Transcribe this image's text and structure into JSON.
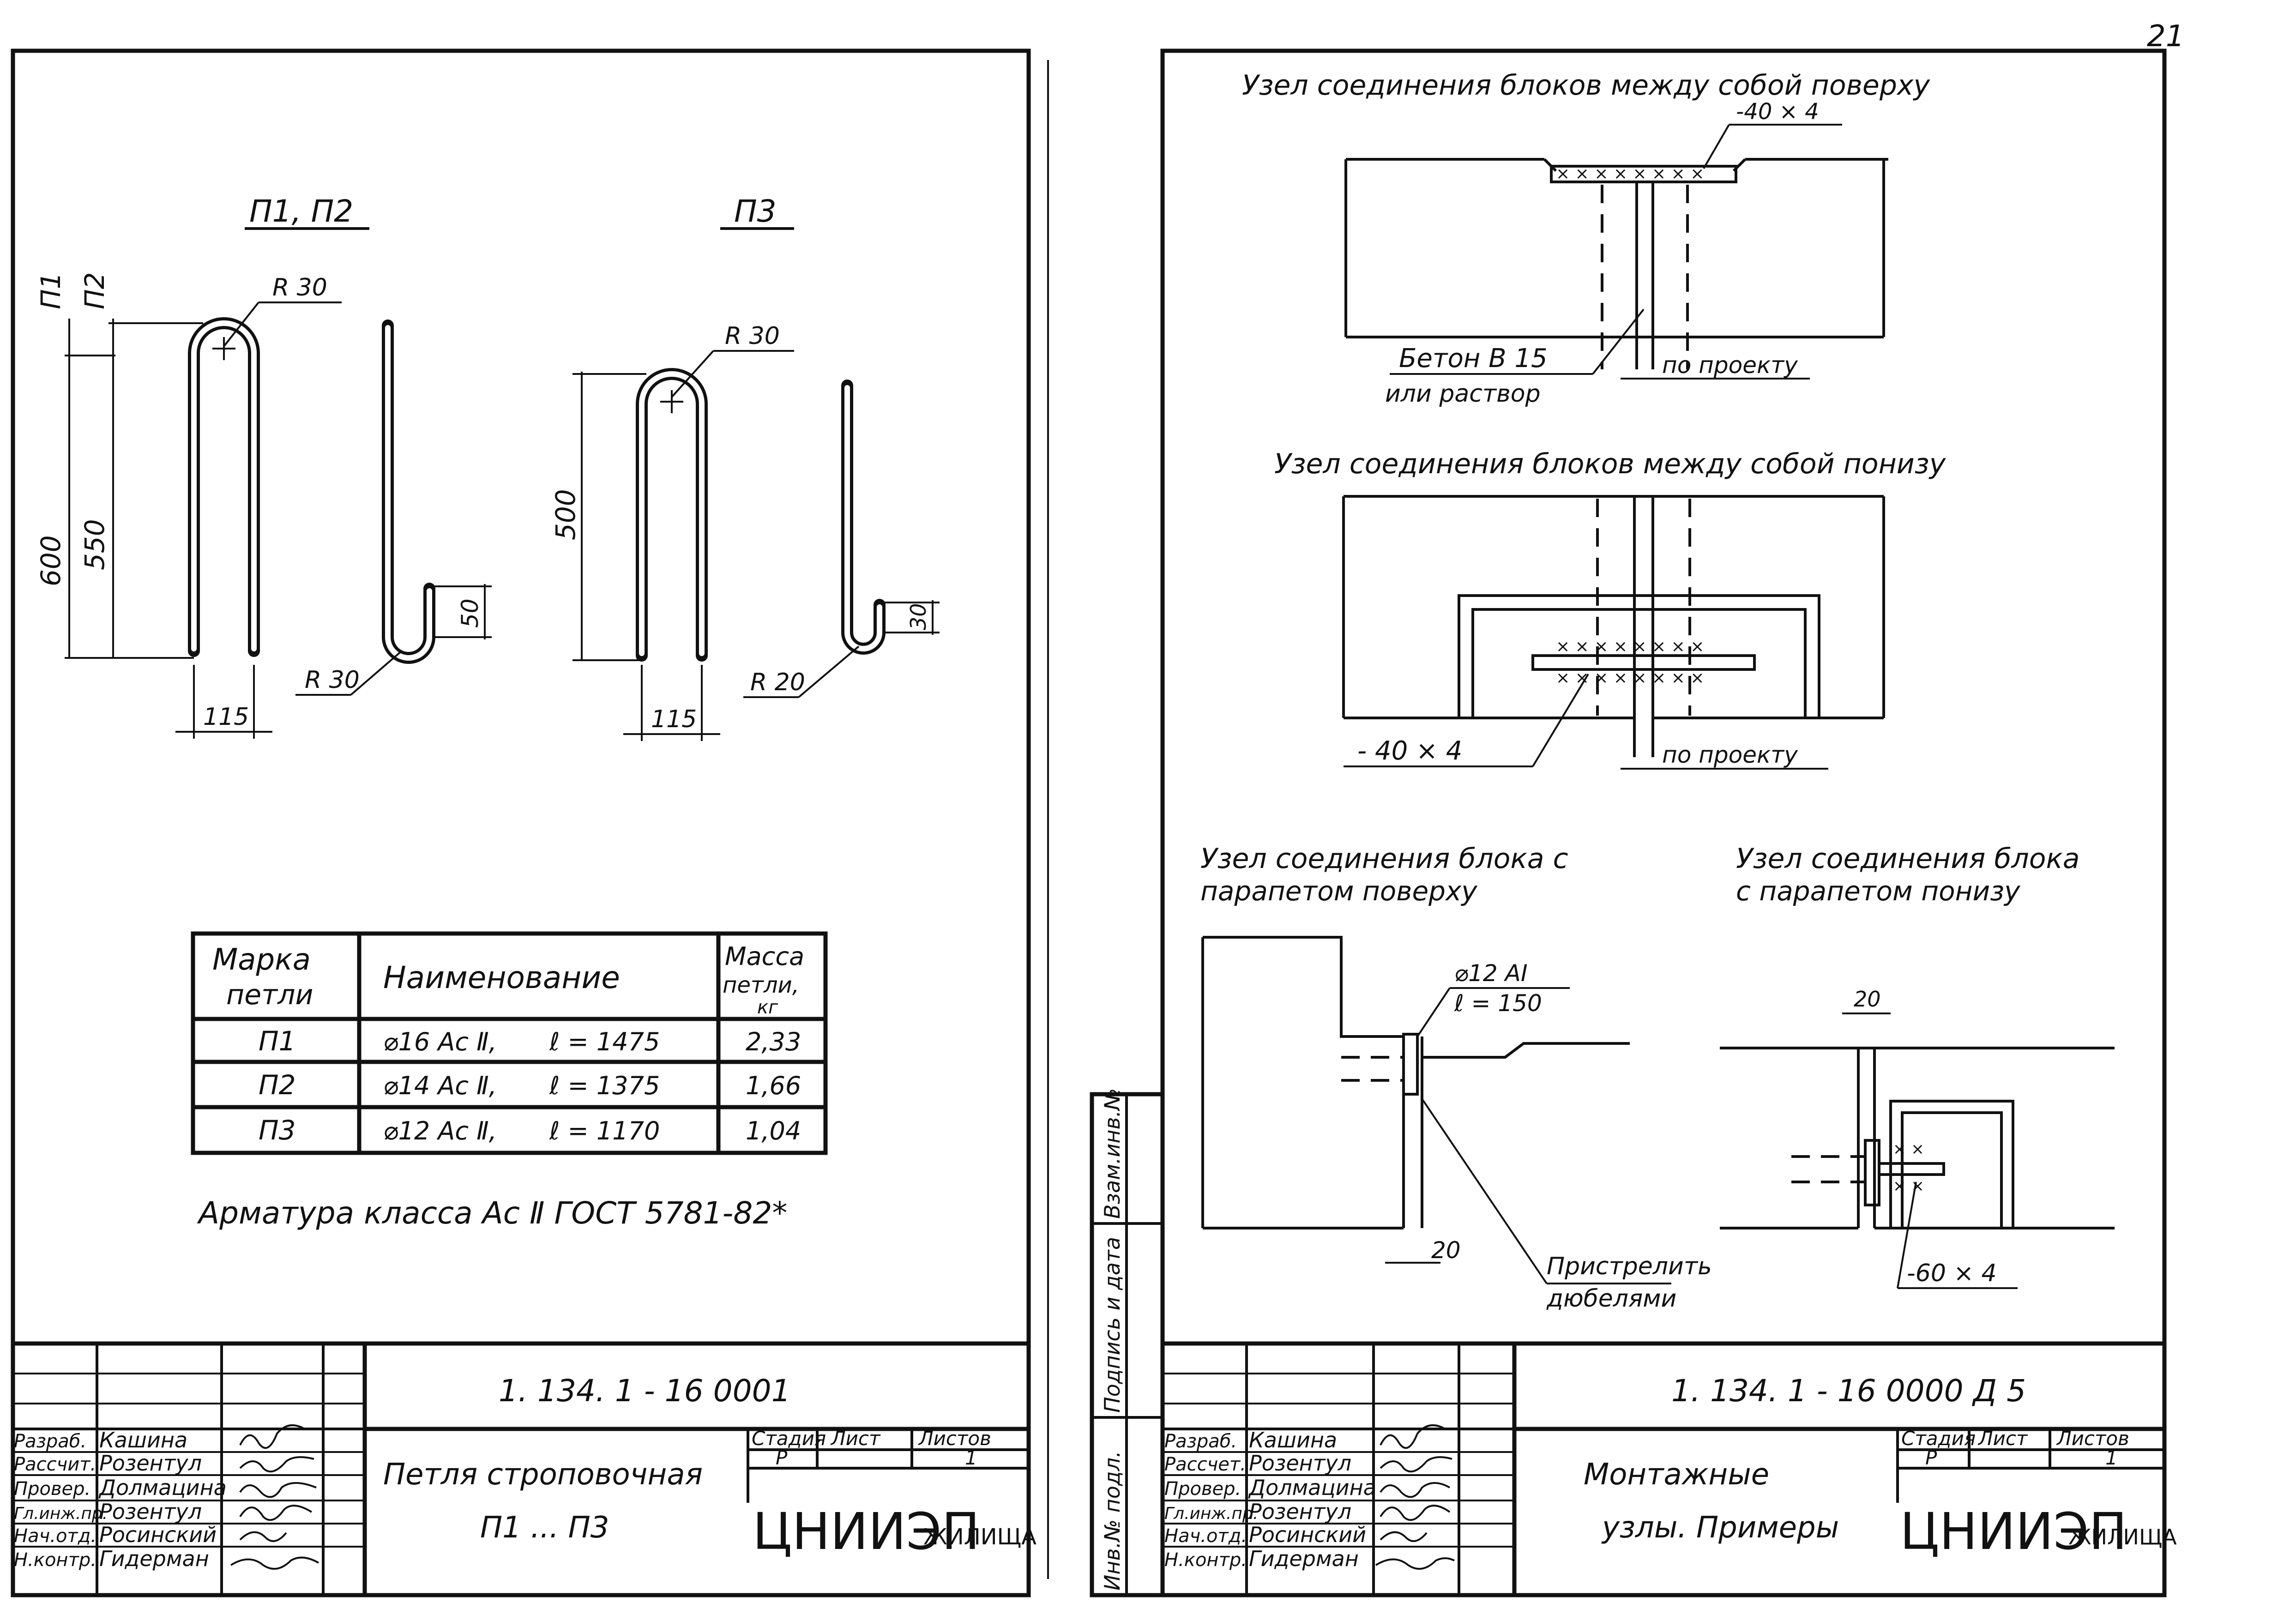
{
  "page_number": "21",
  "left_sheet": {
    "headings": {
      "p1p2": "П1, П2",
      "p3": "П3"
    },
    "loop_p1p2": {
      "dim_labels": {
        "p1": "П1",
        "p2": "П2",
        "h600": "600",
        "h550": "550",
        "r30_top": "R 30",
        "r30_bottom": "R 30",
        "h50": "50",
        "w115": "115"
      }
    },
    "loop_p3": {
      "dim_labels": {
        "h500": "500",
        "r30_top": "R 30",
        "r20": "R 20",
        "h30": "30",
        "w115": "115"
      }
    },
    "table": {
      "headers": {
        "mark": [
          "Марка",
          "петли"
        ],
        "name": "Наименование",
        "mass": [
          "Масса",
          "петли,",
          "кг"
        ]
      },
      "rows": [
        {
          "mark": "П1",
          "name": "⌀16 Ас Ⅱ,",
          "length": "ℓ = 1475",
          "mass": "2,33"
        },
        {
          "mark": "П2",
          "name": "⌀14 Ас Ⅱ,",
          "length": "ℓ = 1375",
          "mass": "1,66"
        },
        {
          "mark": "П3",
          "name": "⌀12 Ас Ⅱ,",
          "length": "ℓ = 1170",
          "mass": "1,04"
        }
      ]
    },
    "note": "Арматура класса Ас Ⅱ ГОСТ 5781-82*",
    "title_block": {
      "code": "1. 134. 1 - 16 0001",
      "title": [
        "Петля строповочная",
        "П1 ... П3"
      ],
      "stage_headers": [
        "Стадия",
        "Лист",
        "Листов"
      ],
      "stage_values": [
        "Р",
        "",
        "1"
      ],
      "org": "ЦНИИЭП",
      "org_small": "ЖИЛИЩА",
      "staff": [
        {
          "role": "Разраб.",
          "name": "Кашина"
        },
        {
          "role": "Рассчит.",
          "name": "Розентул"
        },
        {
          "role": "Провер.",
          "name": "Долмацина"
        },
        {
          "role": "Гл.инж.пр.",
          "name": "Розентул"
        },
        {
          "role": "Нач.отд.",
          "name": "Росинский"
        },
        {
          "role": "Н.контр.",
          "name": "Гидерман"
        }
      ]
    }
  },
  "right_sheet": {
    "side_stamp": [
      "Инв.№ подл.",
      "Подпись и дата",
      "Взам.инв.№"
    ],
    "node1": {
      "title": "Узел соединения блоков между собой поверху",
      "plate": "-40 × 4",
      "concrete": [
        "Бетон В 15",
        "или раствор"
      ],
      "design": "по проекту"
    },
    "node2": {
      "title": "Узел соединения блоков между собой понизу",
      "plate": "- 40 × 4",
      "design": "по проекту"
    },
    "node3": {
      "title": [
        "Узел соединения блока с",
        "парапетом поверху"
      ],
      "rod": [
        "⌀12 АⅠ",
        "ℓ = 150"
      ],
      "dim": "20",
      "note": [
        "Пристрелить",
        "дюбелями"
      ]
    },
    "node4": {
      "title": [
        "Узел соединения блока",
        "с парапетом понизу"
      ],
      "dim": "20",
      "plate": "-60 × 4"
    },
    "title_block": {
      "code": "1. 134. 1 - 16 0000 Д 5",
      "title": [
        "Монтажные",
        "узлы. Примеры"
      ],
      "stage_headers": [
        "Стадия",
        "Лист",
        "Листов"
      ],
      "stage_values": [
        "Р",
        "",
        "1"
      ],
      "org": "ЦНИИЭП",
      "org_small": "ЖИЛИЩА",
      "staff": [
        {
          "role": "Разраб.",
          "name": "Кашина"
        },
        {
          "role": "Рассчет.",
          "name": "Розентул"
        },
        {
          "role": "Провер.",
          "name": "Долмацина"
        },
        {
          "role": "Гл.инж.пр.",
          "name": "Розентул"
        },
        {
          "role": "Нач.отд.",
          "name": "Росинский"
        },
        {
          "role": "Н.контр.",
          "name": "Гидерман"
        }
      ]
    }
  }
}
